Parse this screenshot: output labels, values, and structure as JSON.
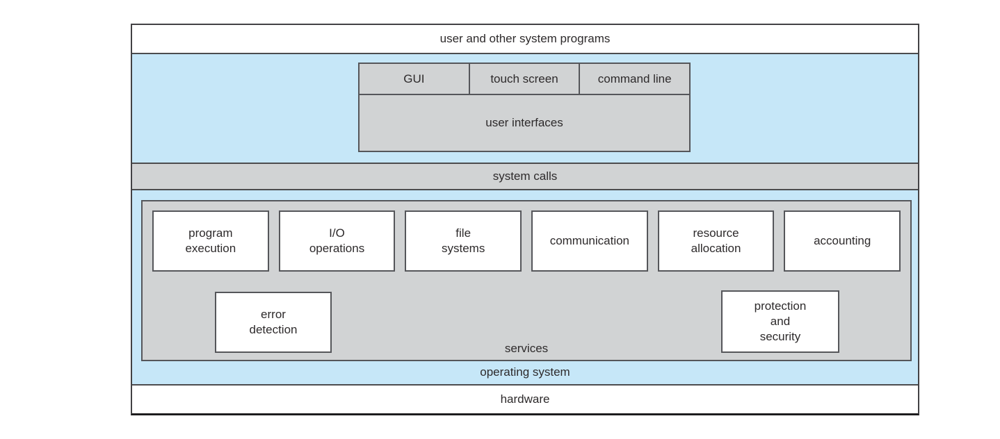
{
  "layers": {
    "user_programs": "user and other system programs",
    "system_calls": "system calls",
    "operating_system": "operating system",
    "hardware": "hardware"
  },
  "user_interfaces": {
    "cells": [
      "GUI",
      "touch screen",
      "command line"
    ],
    "label": "user interfaces"
  },
  "services": {
    "label": "services",
    "items": [
      "program\nexecution",
      "I/O\noperations",
      "file\nsystems",
      "communication",
      "resource\nallocation",
      "accounting",
      "error\ndetection",
      "protection\nand\nsecurity"
    ]
  },
  "colors": {
    "band_blue": "#c6e7f8",
    "panel_gray": "#d1d3d4",
    "box_white": "#ffffff",
    "line_dark": "#4c4c4e"
  }
}
